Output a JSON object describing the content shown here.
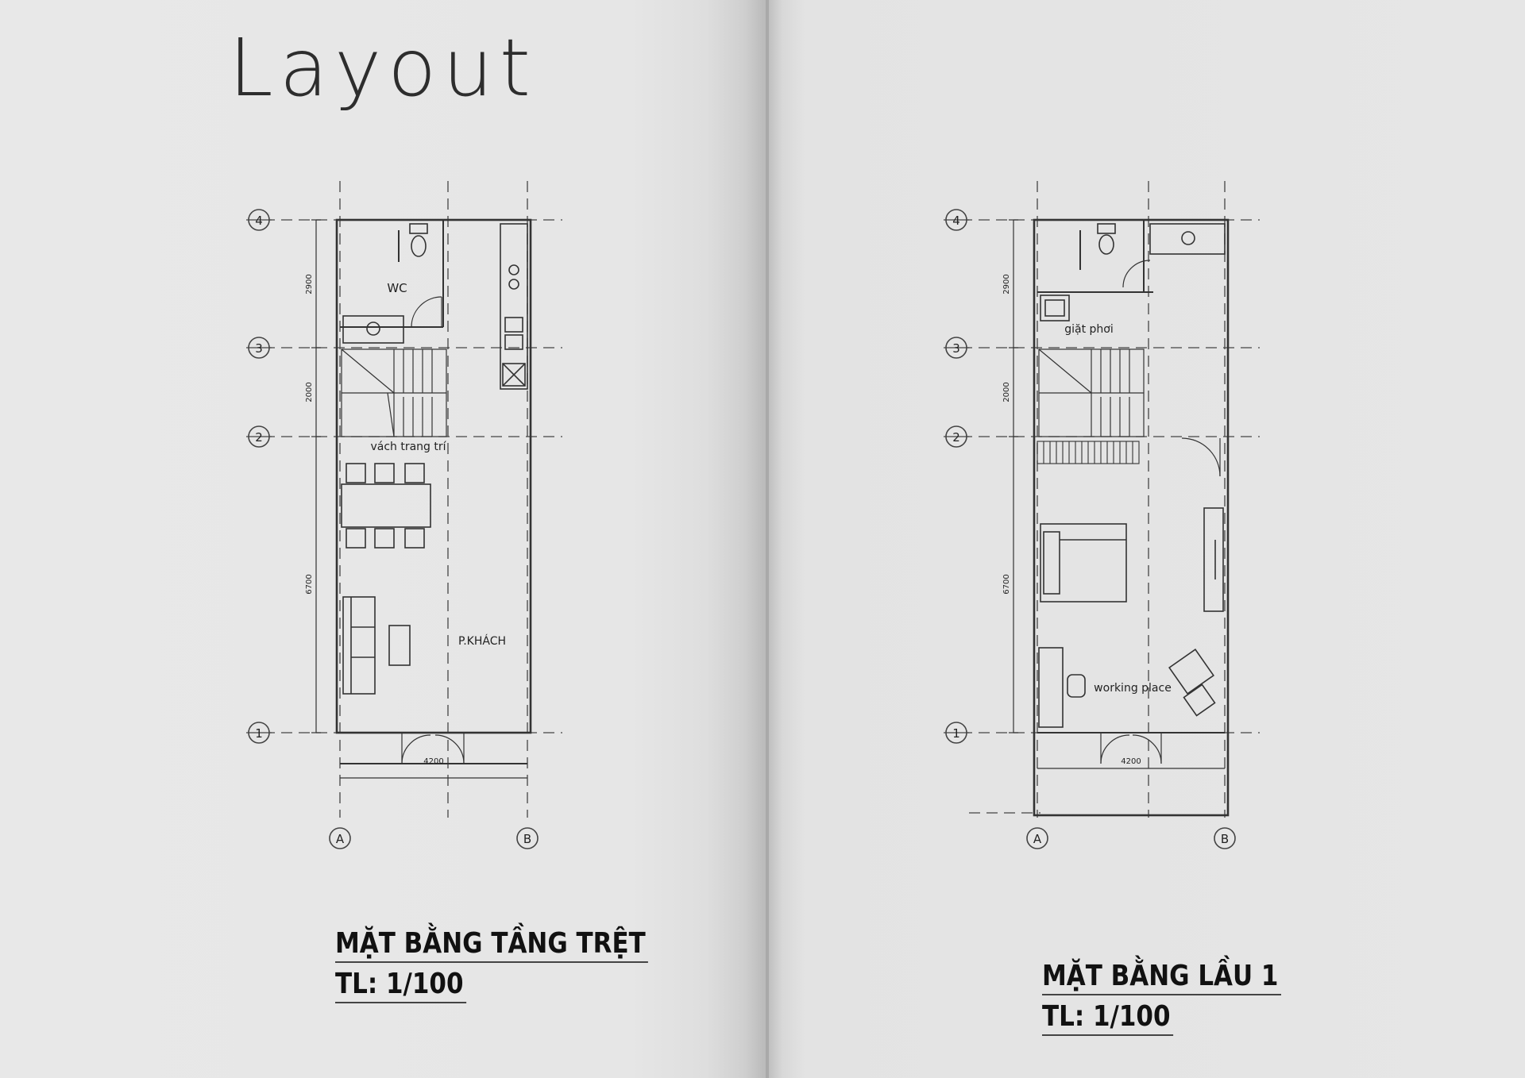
{
  "page_title": "Layout",
  "grid": {
    "row_labels": [
      "4",
      "3",
      "2",
      "1"
    ],
    "col_labels": [
      "A",
      "B"
    ],
    "dim_labels": [
      "2900",
      "2000",
      "6700"
    ],
    "width_label": "4200"
  },
  "plans": [
    {
      "title": "MẶT BẰNG TẦNG TRỆT",
      "scale": "TL: 1/100",
      "rooms": [
        "WC",
        "vách trang trí",
        "P.KHÁCH"
      ]
    },
    {
      "title": "MẶT BẰNG LẦU 1",
      "scale": "TL: 1/100",
      "rooms": [
        "giặt phơi",
        "working place"
      ]
    }
  ],
  "colors": {
    "line": "#333333",
    "paper": "#e6e6e6",
    "spine": "#a9a9a9",
    "title": "#2d2d2d"
  }
}
